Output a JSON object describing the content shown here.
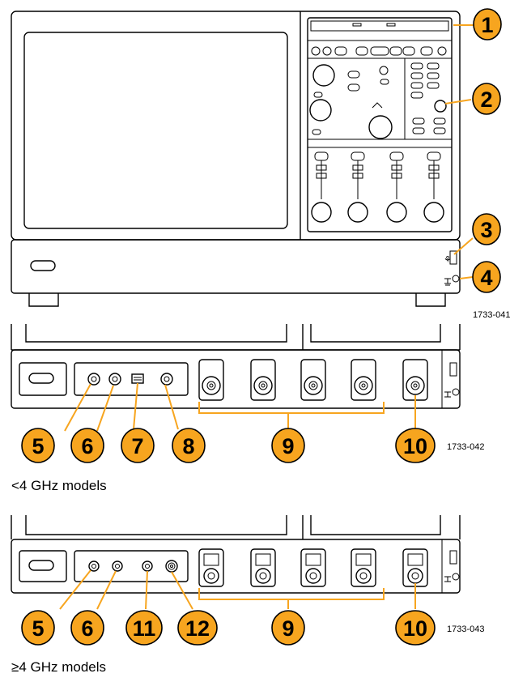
{
  "callouts": {
    "top": [
      "1",
      "2",
      "3",
      "4"
    ],
    "middle": [
      "5",
      "6",
      "7",
      "8",
      "9",
      "10"
    ],
    "bottom": [
      "5",
      "6",
      "11",
      "12",
      "9",
      "10"
    ]
  },
  "figure_ids": {
    "top": "1733-041",
    "middle": "1733-042",
    "bottom": "1733-043"
  },
  "captions": {
    "middle": "<4 GHz models",
    "bottom": "≥4 GHz models"
  },
  "colors": {
    "callout_fill": "#f7a51f",
    "line": "#000000"
  }
}
